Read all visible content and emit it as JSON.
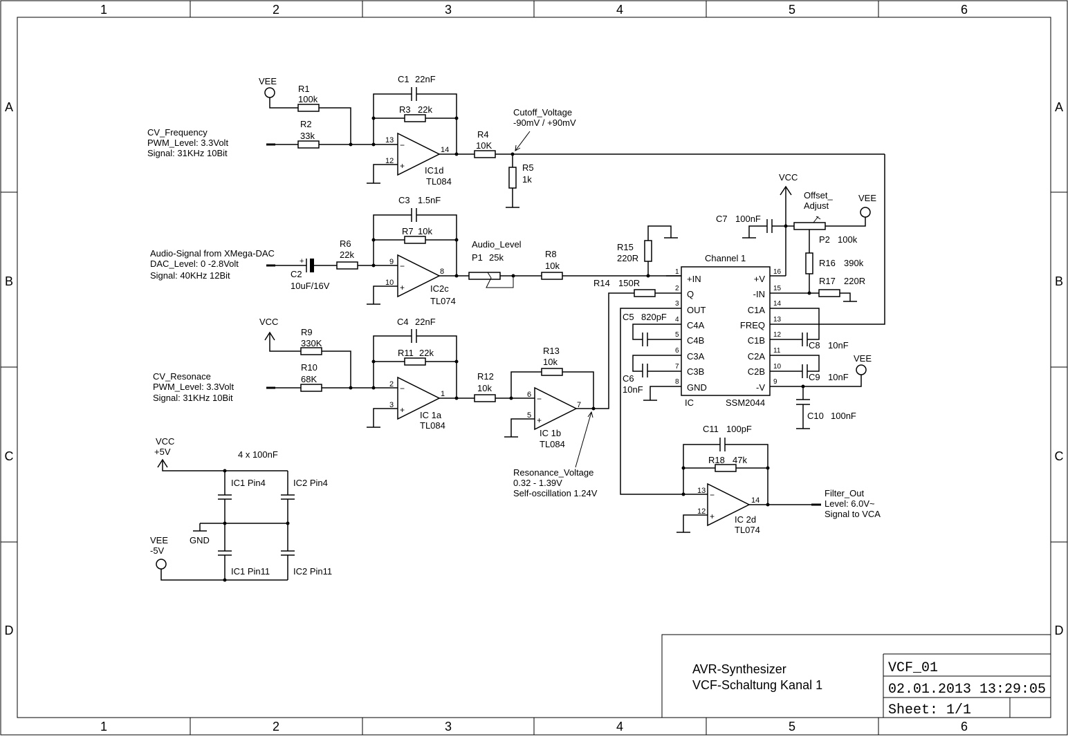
{
  "frame": {
    "columns": [
      "1",
      "2",
      "3",
      "4",
      "5",
      "6"
    ],
    "rows": [
      "A",
      "B",
      "C",
      "D"
    ]
  },
  "title_block": {
    "project": "AVR-Synthesizer",
    "subtitle": "VCF-Schaltung Kanal 1",
    "drawing_id": "VCF_01",
    "date": "02.01.2013 13:29:05",
    "sheet": "Sheet: 1/1"
  },
  "components": {
    "vee1": "VEE",
    "r1": {
      "ref": "R1",
      "val": "100k"
    },
    "r2": {
      "ref": "R2",
      "val": "33k"
    },
    "c1": {
      "ref": "C1",
      "val": "22nF"
    },
    "r3": {
      "ref": "R3",
      "val": "22k"
    },
    "ic1d": {
      "ref": "IC1d",
      "val": "TL084",
      "pin_minus": "13",
      "pin_plus": "12",
      "pin_out": "14"
    },
    "r4": {
      "ref": "R4",
      "val": "10K"
    },
    "r5": {
      "ref": "R5",
      "val": "1k"
    },
    "c3": {
      "ref": "C3",
      "val": "1.5nF"
    },
    "r7": {
      "ref": "R7",
      "val": "10k"
    },
    "c2": {
      "ref": "C2",
      "val": "10uF/16V"
    },
    "r6": {
      "ref": "R6",
      "val": "22k"
    },
    "ic2c": {
      "ref": "IC2c",
      "val": "TL074",
      "pin_minus": "9",
      "pin_plus": "10",
      "pin_out": "8"
    },
    "p1": {
      "ref": "P1",
      "val": "25k"
    },
    "r8": {
      "ref": "R8",
      "val": "10k"
    },
    "r14": {
      "ref": "R14",
      "val": "150R"
    },
    "r15": {
      "ref": "R15",
      "val": "220R"
    },
    "vcc1": "VCC",
    "c7": {
      "ref": "C7",
      "val": "100nF"
    },
    "p2": {
      "ref": "P2",
      "val": "100k"
    },
    "vee2": "VEE",
    "r16": {
      "ref": "R16",
      "val": "390k"
    },
    "r17": {
      "ref": "R17",
      "val": "220R"
    },
    "vcc2": "VCC",
    "r9": {
      "ref": "R9",
      "val": "330K"
    },
    "r10": {
      "ref": "R10",
      "val": "68K"
    },
    "c4": {
      "ref": "C4",
      "val": "22nF"
    },
    "r11": {
      "ref": "R11",
      "val": "22k"
    },
    "ic1a": {
      "ref": "IC 1a",
      "val": "TL084",
      "pin_minus": "2",
      "pin_plus": "3",
      "pin_out": "1"
    },
    "r12": {
      "ref": "R12",
      "val": "10k"
    },
    "r13": {
      "ref": "R13",
      "val": "10k"
    },
    "ic1b": {
      "ref": "IC 1b",
      "val": "TL084",
      "pin_minus": "6",
      "pin_plus": "5",
      "pin_out": "7"
    },
    "c5": {
      "ref": "C5",
      "val": "820pF"
    },
    "c6": {
      "ref": "C6",
      "val": "10nF"
    },
    "c8": {
      "ref": "C8",
      "val": "10nF"
    },
    "c9": {
      "ref": "C9",
      "val": "10nF"
    },
    "c10": {
      "ref": "C10",
      "val": "100nF"
    },
    "vee3": "VEE",
    "c11": {
      "ref": "C11",
      "val": "100pF"
    },
    "r18": {
      "ref": "R18",
      "val": "47k"
    },
    "ic2d": {
      "ref": "IC 2d",
      "val": "TL074",
      "pin_minus": "13",
      "pin_plus": "12",
      "pin_out": "14"
    },
    "ssm": {
      "title": "Channel 1",
      "ref": "IC",
      "val": "SSM2044",
      "left_pins": [
        {
          "num": "1",
          "name": "+IN"
        },
        {
          "num": "2",
          "name": "Q"
        },
        {
          "num": "3",
          "name": "OUT"
        },
        {
          "num": "4",
          "name": "C4A"
        },
        {
          "num": "5",
          "name": "C4B"
        },
        {
          "num": "6",
          "name": "C3A"
        },
        {
          "num": "7",
          "name": "C3B"
        },
        {
          "num": "8",
          "name": "GND"
        }
      ],
      "right_pins": [
        {
          "num": "16",
          "name": "+V"
        },
        {
          "num": "15",
          "name": "-IN"
        },
        {
          "num": "14",
          "name": "C1A"
        },
        {
          "num": "13",
          "name": "FREQ"
        },
        {
          "num": "12",
          "name": "C1B"
        },
        {
          "num": "11",
          "name": "C2A"
        },
        {
          "num": "10",
          "name": "C2B"
        },
        {
          "num": "9",
          "name": "-V"
        }
      ]
    },
    "power": {
      "vcc_name": "VCC",
      "vcc_val": "+5V",
      "caps_label": "4 x 100nF",
      "ic1_pin4": "IC1 Pin4",
      "ic2_pin4": "IC2 Pin4",
      "gnd": "GND",
      "vee_name": "VEE",
      "vee_val": "-5V",
      "ic1_pin11": "IC1 Pin11",
      "ic2_pin11": "IC2 Pin11"
    }
  },
  "annotations": {
    "cv_freq": [
      "CV_Frequency",
      "PWM_Level: 3.3Volt",
      "Signal: 31KHz 10Bit"
    ],
    "cutoff": [
      "Cutoff_Voltage",
      "-90mV / +90mV"
    ],
    "audio": [
      "Audio-Signal from XMega-DAC",
      "DAC_Level: 0 -2.8Volt",
      "Signal: 40KHz 12Bit"
    ],
    "audio_level": "Audio_Level",
    "offset": [
      "Offset_",
      "Adjust"
    ],
    "cv_res": [
      "CV_Resonace",
      "PWM_Level: 3.3Volt",
      "Signal: 31KHz 10Bit"
    ],
    "resonance": [
      "Resonance_Voltage",
      "0.32 - 1.39V",
      "Self-oscillation 1.24V"
    ],
    "filter_out": [
      "Filter_Out",
      "Level: 6.0V~",
      "Signal to VCA"
    ]
  }
}
